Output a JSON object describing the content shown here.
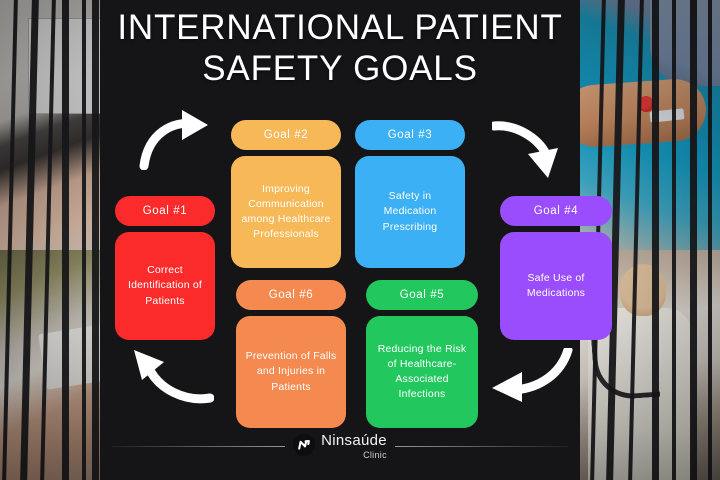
{
  "poster": {
    "title_line1": "INTERNATIONAL PATIENT",
    "title_line2": "SAFETY GOALS",
    "panel_color": "#151518",
    "title_color": "#ffffff"
  },
  "goals": [
    {
      "id": 1,
      "label": "Goal #1",
      "text": "Correct Identification of Patients",
      "color": "#FB2B2B",
      "position": "left"
    },
    {
      "id": 2,
      "label": "Goal #2",
      "text": "Improving Communication among Healthcare Professionals",
      "color": "#F7B857",
      "position": "top-center-left"
    },
    {
      "id": 3,
      "label": "Goal  #3",
      "text": "Safety in Medication Prescribing",
      "color": "#3BB0F5",
      "position": "top-center-right"
    },
    {
      "id": 4,
      "label": "Goal  #4",
      "text": "Safe Use of Medications",
      "color": "#9A4DFD",
      "position": "right"
    },
    {
      "id": 5,
      "label": "Goal  #5",
      "text": "Reducing the Risk of Healthcare-Associated Infections",
      "color": "#22C85E",
      "position": "bottom-center-right"
    },
    {
      "id": 6,
      "label": "Goal  #6",
      "text": "Prevention of Falls and Injuries in Patients",
      "color": "#F58A50",
      "position": "bottom-center-left"
    }
  ],
  "arrows": [
    {
      "name": "arrow-top-left",
      "direction": "curve-up-right"
    },
    {
      "name": "arrow-top-right",
      "direction": "curve-down-right"
    },
    {
      "name": "arrow-bottom-right",
      "direction": "curve-down-left"
    },
    {
      "name": "arrow-bottom-left",
      "direction": "curve-up-left"
    }
  ],
  "footer": {
    "brand_name": "Ninsaúde",
    "brand_sub": "Clinic",
    "mark_icon": "n-logo-icon"
  },
  "background": {
    "photos": [
      {
        "name": "laptop-typing-photo",
        "corner": "top-left"
      },
      {
        "name": "blood-draw-arm-photo",
        "corner": "top-right"
      },
      {
        "name": "id-card-hands-photo",
        "corner": "bottom-left"
      },
      {
        "name": "clinician-patient-photo",
        "corner": "bottom-right"
      }
    ],
    "overlay": "vertical-dark-bars"
  }
}
